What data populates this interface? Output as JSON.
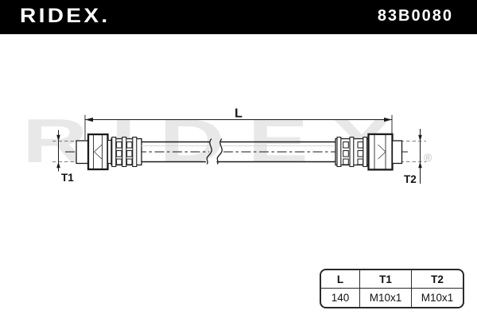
{
  "header": {
    "brand": "RIDEX.",
    "part_number": "83B0080",
    "bg_color": "#000000",
    "text_color": "#ffffff"
  },
  "watermark": {
    "text": "RIDEX",
    "registered": "®",
    "color": "#e8e8e8"
  },
  "diagram": {
    "type": "brake-hose technical drawing",
    "line_color": "#1a1a1a",
    "labels": {
      "length": "L",
      "thread_left": "T1",
      "thread_right": "T2"
    }
  },
  "spec_table": {
    "columns": [
      "L",
      "T1",
      "T2"
    ],
    "values": [
      "140",
      "M10x1",
      "M10x1"
    ]
  }
}
